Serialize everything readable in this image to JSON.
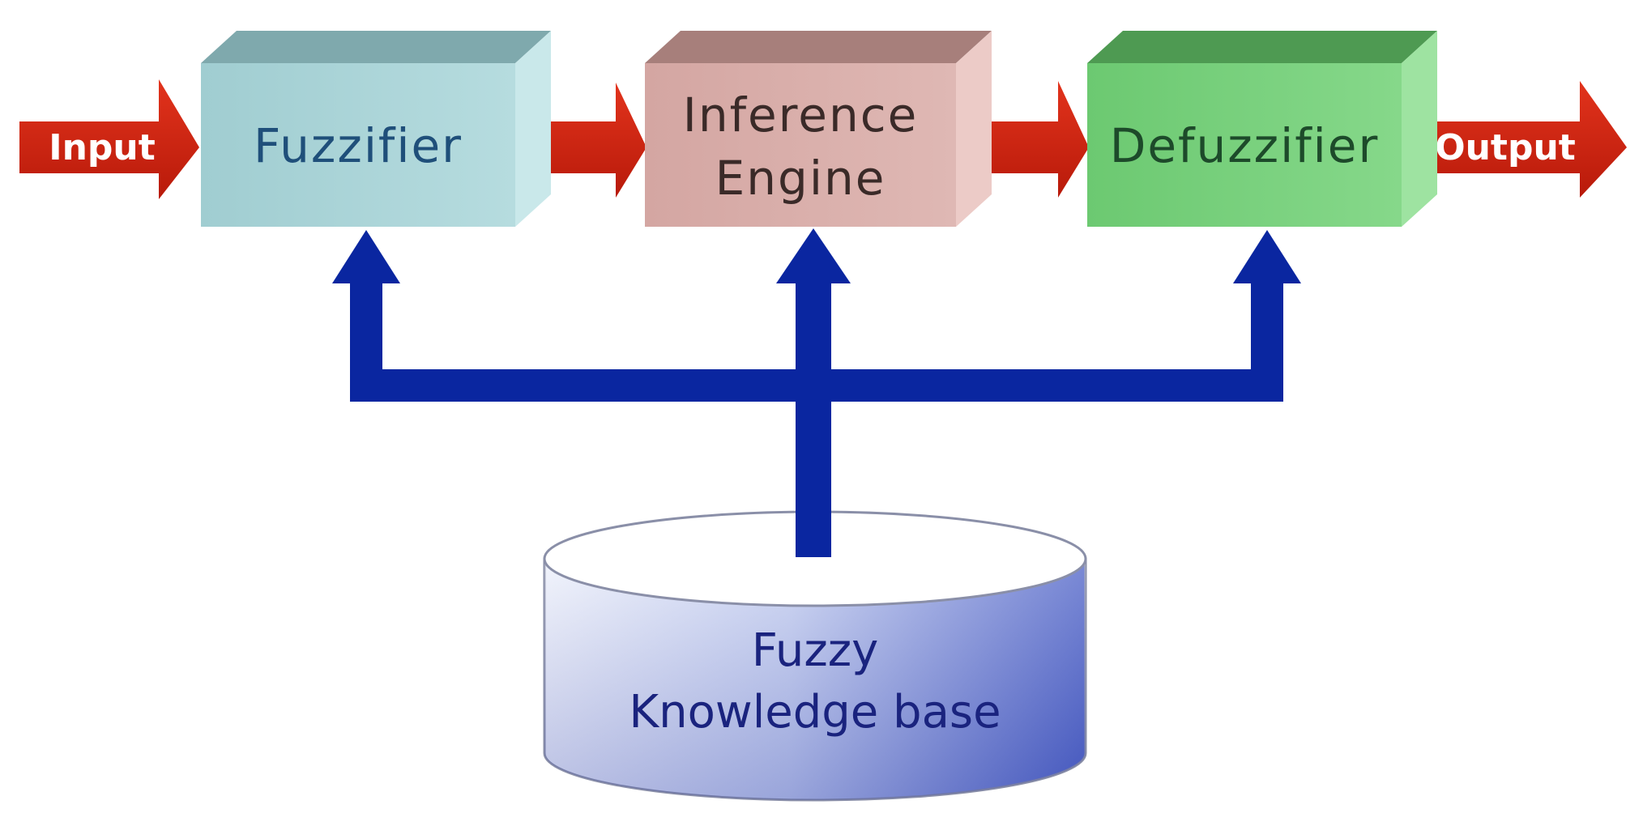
{
  "input_label": "Input",
  "output_label": "Output",
  "fuzzifier_label": "Fuzzifier",
  "inference_line1": "Inference",
  "inference_line2": "Engine",
  "defuzzifier_label": "Defuzzifier",
  "knowledge_line1": "Fuzzy",
  "knowledge_line2": "Knowledge base",
  "colors": {
    "flow_arrow": "#d2230f",
    "knowledge_arrow": "#0a26a0",
    "fuzzifier_box": "#a9d3d6",
    "inference_box": "#d6aaa6",
    "defuzzifier_box": "#78d07c",
    "database": "#b8c4ec"
  }
}
